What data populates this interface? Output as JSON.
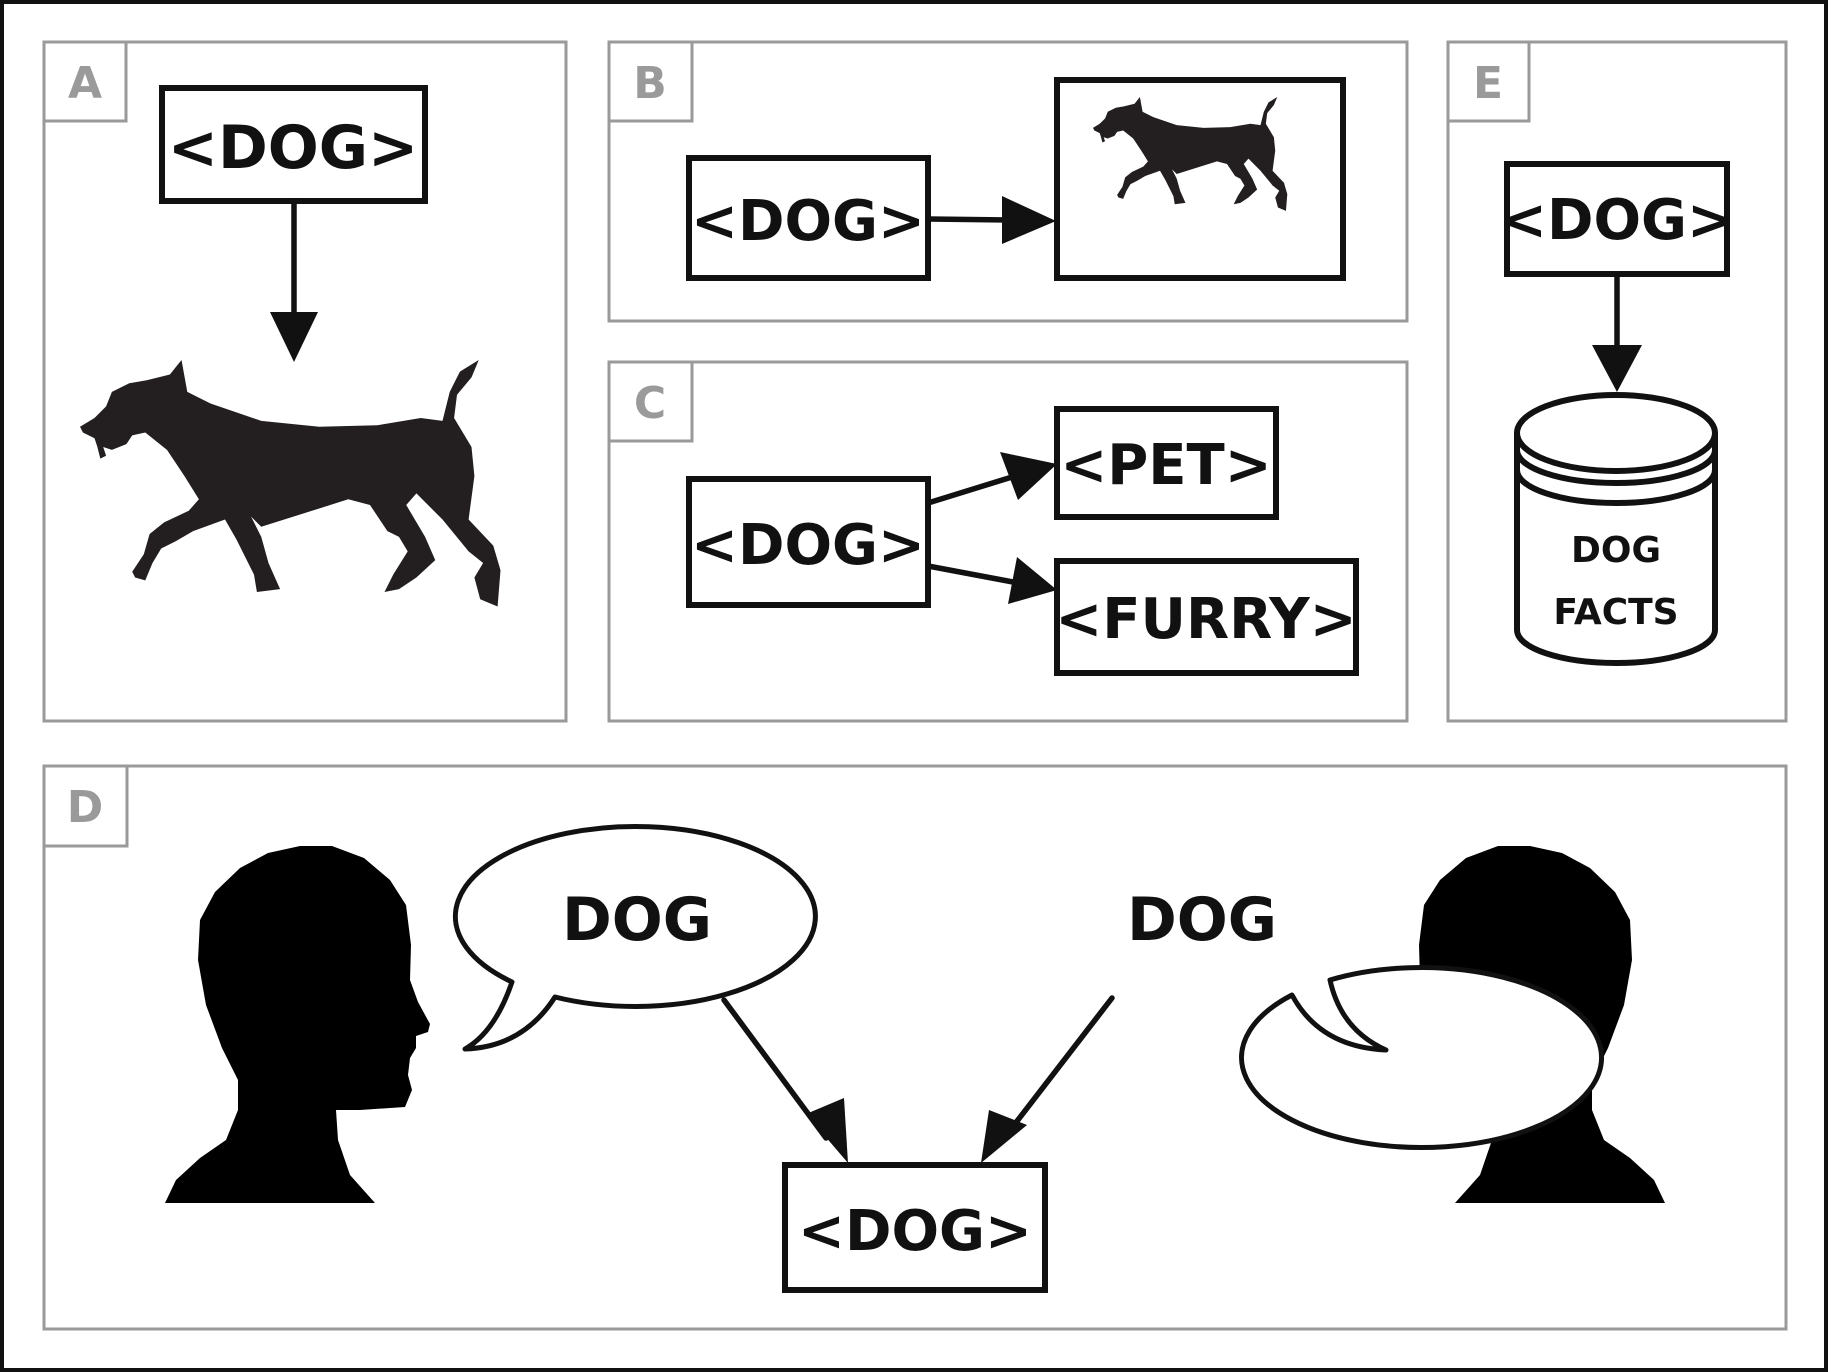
{
  "panels": {
    "a": {
      "letter": "A",
      "concept": "<DOG>",
      "dog_icon": "dog-silhouette-icon"
    },
    "b": {
      "letter": "B",
      "concept": "<DOG>",
      "dog_icon": "dog-silhouette-icon"
    },
    "c": {
      "letter": "C",
      "concept": "<DOG>",
      "related": [
        "<PET>",
        "<FURRY>"
      ]
    },
    "d": {
      "letter": "D",
      "left_speech": "DOG",
      "right_speech": "DOG",
      "concept": "<DOG>",
      "head_icon": "human-head-silhouette-icon"
    },
    "e": {
      "letter": "E",
      "concept": "<DOG>",
      "store_line1": "DOG",
      "store_line2": "FACTS",
      "store_icon": "database-cylinder-icon"
    }
  },
  "colors": {
    "frame": "#9a9a9a",
    "ink": "#111111",
    "silhouette": "#231f20"
  }
}
